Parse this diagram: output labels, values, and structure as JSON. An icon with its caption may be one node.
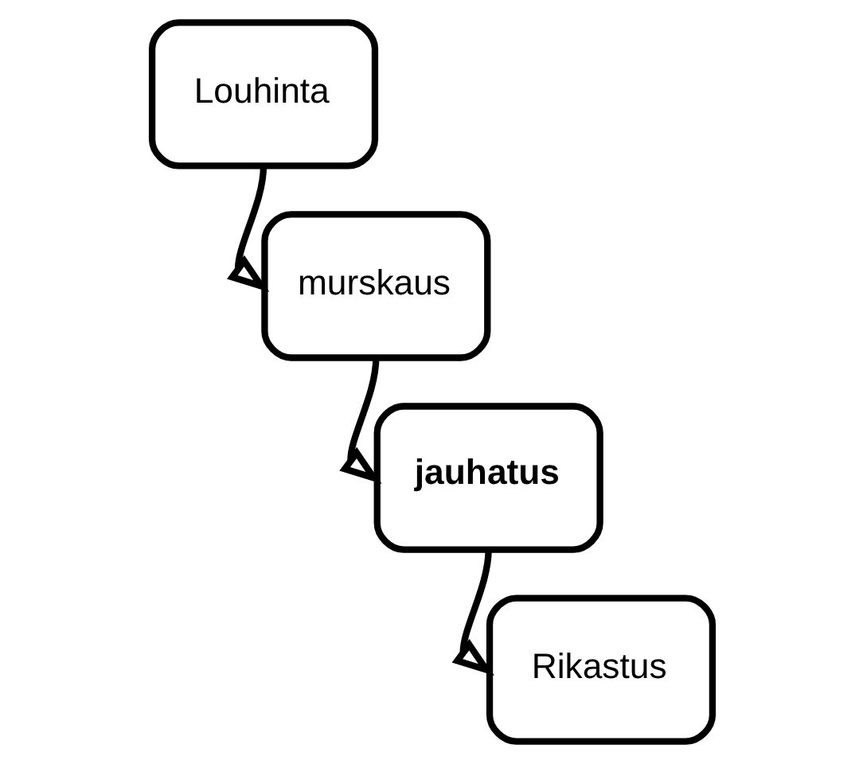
{
  "diagram": {
    "nodes": [
      {
        "text": [
          "Louhinta"
        ]
      },
      {
        "text": [
          "murskaus"
        ]
      },
      {
        "text": [
          "jauhatus"
        ]
      },
      {
        "text": [
          "Rikastus"
        ]
      }
    ],
    "edges": [
      {
        "from": 0,
        "to": 1,
        "arrow": "to"
      },
      {
        "from": 1,
        "to": 2,
        "arrow": "to"
      },
      {
        "from": 2,
        "to": 3,
        "arrow": "to"
      }
    ]
  }
}
